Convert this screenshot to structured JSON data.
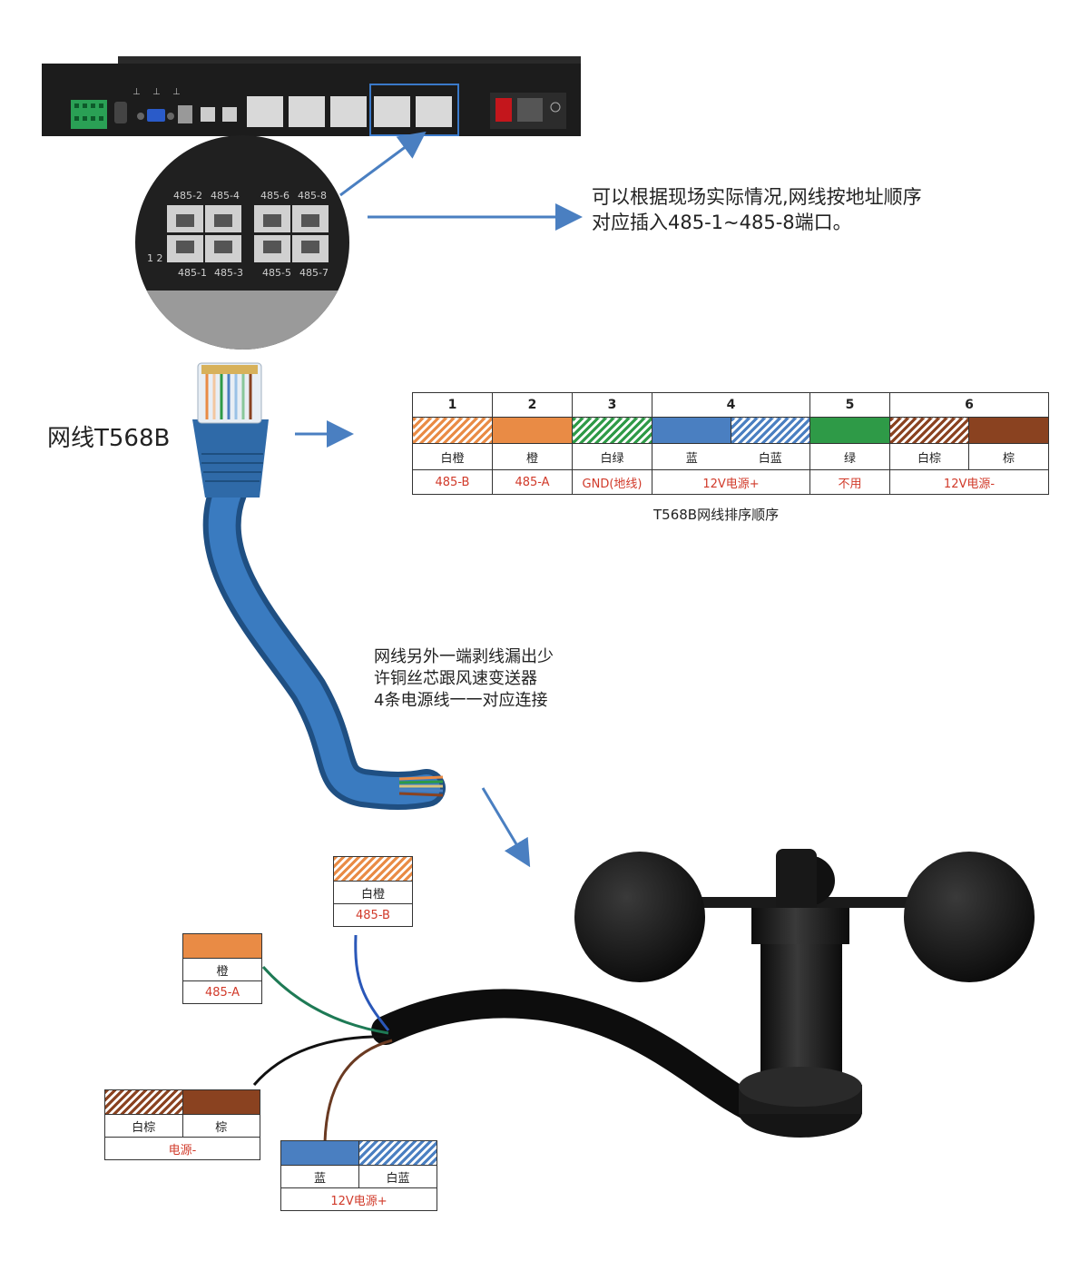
{
  "router": {
    "ports_top": [
      "485-2",
      "485-4",
      "485-6",
      "485-8"
    ],
    "ports_bottom": [
      "485-1",
      "485-3",
      "485-5",
      "485-7"
    ],
    "port_indices": "1 2"
  },
  "callout_port_text": [
    "可以根据现场实际情况,网线按地址顺序",
    "对应插入485-1~485-8端口。"
  ],
  "cable_label": "网线T568B",
  "table": {
    "caption": "T568B网线排序顺序",
    "columns": [
      {
        "num": "1",
        "wires": [
          {
            "color": "white-orange",
            "name": "白橙"
          }
        ],
        "function": "485-B"
      },
      {
        "num": "2",
        "wires": [
          {
            "color": "orange",
            "name": "橙"
          }
        ],
        "function": "485-A"
      },
      {
        "num": "3",
        "wires": [
          {
            "color": "white-green",
            "name": "白绿"
          }
        ],
        "function": "GND(地线)"
      },
      {
        "num": "4",
        "wires": [
          {
            "color": "blue",
            "name": "蓝"
          },
          {
            "color": "white-blue",
            "name": "白蓝"
          }
        ],
        "function": "12V电源+"
      },
      {
        "num": "5",
        "wires": [
          {
            "color": "green",
            "name": "绿"
          }
        ],
        "function": "不用"
      },
      {
        "num": "6",
        "wires": [
          {
            "color": "white-brown",
            "name": "白棕"
          },
          {
            "color": "brown",
            "name": "棕"
          }
        ],
        "function": "12V电源-"
      }
    ]
  },
  "strip_note": [
    "网线另外一端剥线漏出少",
    "许铜丝芯跟风速变送器",
    "4条电源线一一对应连接"
  ],
  "wire_boxes": {
    "white_orange": {
      "name": "白橙",
      "function": "485-B"
    },
    "orange": {
      "name": "橙",
      "function": "485-A"
    },
    "brown_pair": {
      "names": [
        "白棕",
        "棕"
      ],
      "function": "电源-"
    },
    "blue_pair": {
      "names": [
        "蓝",
        "白蓝"
      ],
      "function": "12V电源+"
    }
  },
  "colors": {
    "orange": "#e98b45",
    "blue": "#4a7fc1",
    "green": "#2e9a47",
    "brown": "#8a4220",
    "cable_blue": "#2f6aa8",
    "arrow": "#4a7fc1",
    "function_red": "#d13a2a"
  }
}
